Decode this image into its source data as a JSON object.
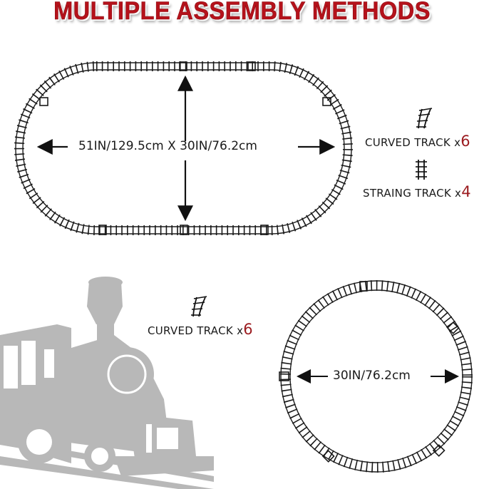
{
  "title": "MULTIPLE ASSEMBLY METHODS",
  "colors": {
    "title_red": "#b5121b",
    "quantity_red": "#9b1b1f",
    "track": "#1a1a1a",
    "train_gray": "#b8b8b8"
  },
  "oval_layout": {
    "dimension_label": "51IN/129.5cm X 30IN/76.2cm",
    "width_arrow_icon": "double-horizontal-arrow",
    "height_arrow_icon": "double-vertical-arrow",
    "legend": [
      {
        "icon": "curved-track-icon",
        "label": "CURVED TRACK x",
        "quantity": "6"
      },
      {
        "icon": "straight-track-icon",
        "label": "STRAING TRACK x",
        "quantity": "4"
      }
    ]
  },
  "circle_layout": {
    "dimension_label": "30IN/76.2cm",
    "arrow_icon": "double-horizontal-arrow",
    "legend": [
      {
        "icon": "curved-track-icon",
        "label": "CURVED TRACK x",
        "quantity": "6"
      }
    ]
  },
  "illustration": {
    "icon": "steam-locomotive-icon"
  }
}
